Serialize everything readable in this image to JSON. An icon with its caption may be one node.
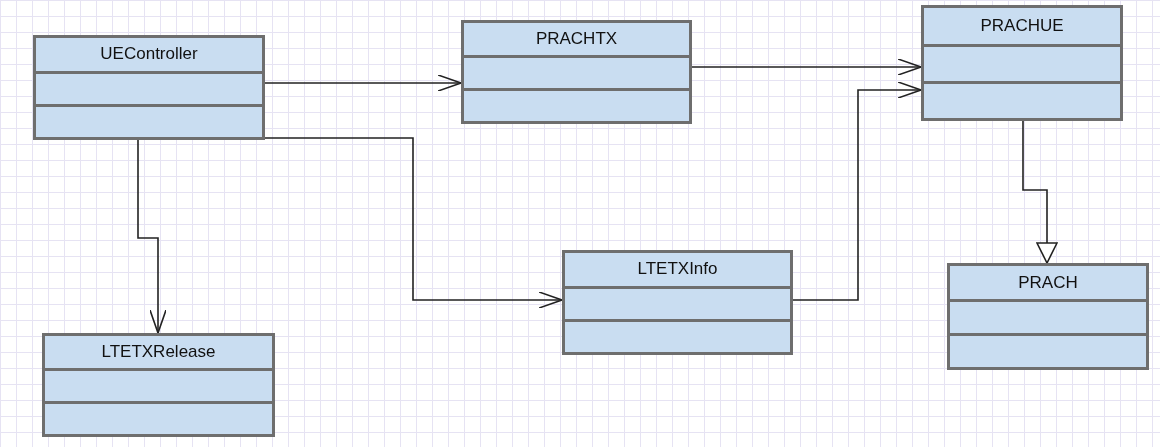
{
  "diagram": {
    "nodes": [
      {
        "text": [
          "UEController"
        ]
      },
      {
        "text": [
          "PRACHTX"
        ]
      },
      {
        "text": [
          "PRACHUE"
        ]
      },
      {
        "text": [
          "LTETXInfo"
        ]
      },
      {
        "text": [
          "PRACH"
        ]
      },
      {
        "text": [
          "LTETXRelease"
        ]
      }
    ],
    "edges": [
      {
        "from": 0,
        "to": 1,
        "arrow": "to"
      },
      {
        "from": 0,
        "to": 5,
        "arrow": "to"
      },
      {
        "from": 0,
        "to": 3,
        "arrow": "to"
      },
      {
        "from": 1,
        "to": 2,
        "arrow": "to"
      },
      {
        "from": 3,
        "to": 2,
        "arrow": "to"
      },
      {
        "from": 2,
        "to": 4,
        "arrow": "to"
      }
    ]
  }
}
